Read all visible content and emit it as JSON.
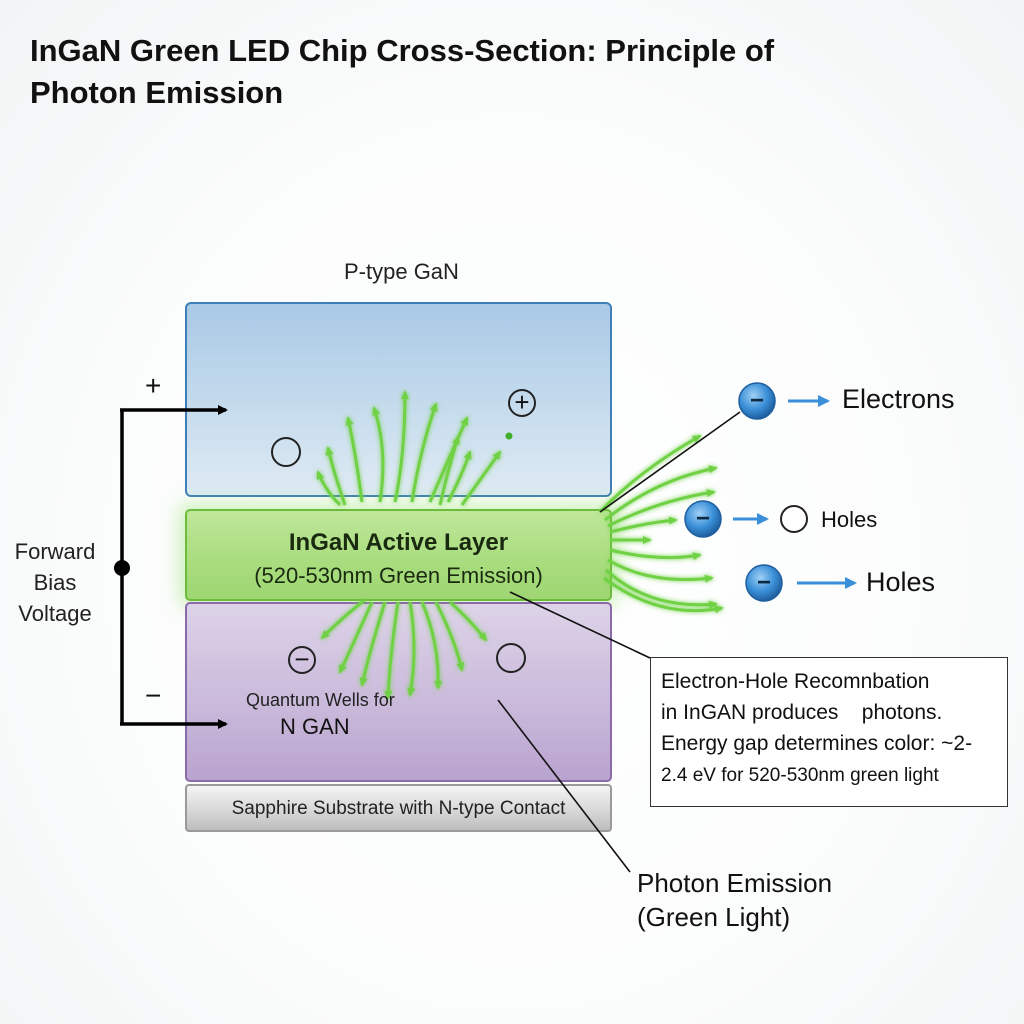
{
  "title": {
    "line1": "InGaN Green LED Chip Cross-Section: Principle of",
    "line2": "Photon Emission"
  },
  "layers": {
    "p_type": "P-type GaN",
    "active_line1": "InGaN Active Layer",
    "active_line2": "(520-530nm Green Emission)",
    "n_line1": "Quantum Wells for",
    "n_line2": "N GAN",
    "substrate": "Sapphire Substrate with N-type Contact"
  },
  "circuit": {
    "plus": "+",
    "minus": "−",
    "bias_line1": "Forward",
    "bias_line2": "Bias",
    "bias_line3": "Voltage"
  },
  "legend": {
    "electrons": "Electrons",
    "holes_1": "Holes",
    "holes_2": "Holes",
    "electron_symbol": "−"
  },
  "info_box": {
    "line1": "Electron-Hole Recomnbation",
    "line2": "in InGAN produces    photons.",
    "line3": "Energy gap determines color: ~2-",
    "line4a": "2.4",
    "line4b": " eV for 520-530nm green light"
  },
  "photon_label": {
    "line1": "Photon Emission",
    "line2": "(Green Light)"
  },
  "charge_symbols": {
    "plus": "+",
    "minus": "−"
  },
  "colors": {
    "p_layer": "#a9c9e6",
    "active_layer": "#a8dc7d",
    "n_layer": "#c9b8da",
    "photon_green": "#6fd144",
    "electron_blue": "#3a8fd8"
  }
}
